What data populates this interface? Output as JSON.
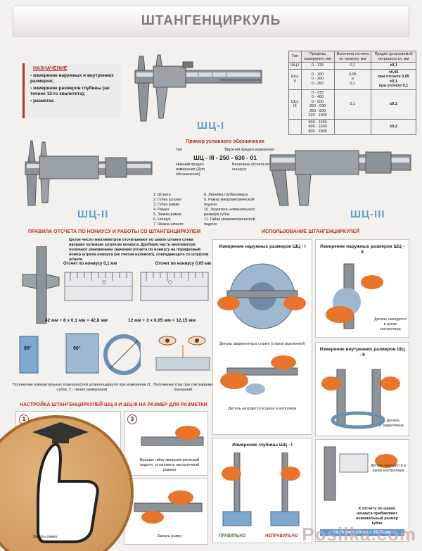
{
  "title": "ШТАНГЕНЦИРКУЛЬ",
  "purpose": {
    "heading": "НАЗНАЧЕНИЕ",
    "items": [
      "измерение наружных и внутренних размеров;",
      "измерение размеров глубины (не точнее 12-го квалитета);",
      "разметка"
    ]
  },
  "spec_table": {
    "headers": [
      "Тип",
      "Пределы измерения, мм",
      "Величина отсчета по нониусу, мм",
      "Предел допускаемой погрешности, мм"
    ],
    "rows": [
      {
        "type": "ШЦ-I",
        "range": "0 - 125",
        "step": "0,1",
        "error": "±0,1"
      },
      {
        "type": "ШЦ-II",
        "range": "0 - 160\n0 - 200\n0 - 250",
        "step": "0,05\nи\n0,1",
        "error": "±0,05\nпри отсчете 0,05\n±0,1\nпри отсчете 0,1"
      },
      {
        "type": "ШЦ-III",
        "range": "0 - 315\n0 - 400\n0 - 500\n250 - 630\n250 - 800\n320 - 1000",
        "step": "0,1",
        "error": "±0,1"
      },
      {
        "type": "",
        "range": "500 - 1250\n500 - 1600\n800 - 2000",
        "step": "",
        "error": "±0,2"
      }
    ]
  },
  "models": {
    "one": "ШЦ-I",
    "two": "ШЦ-II",
    "three": "ШЦ-III"
  },
  "designation": {
    "heading": "Пример условного обозначения",
    "type_label": "Тип",
    "upper_label": "Верхний предел измерения",
    "code": "ШЦ - III - 250 - 630 - 01",
    "lower_label": "Нижний предел измерения (Для обозначения)",
    "step_label": "Величина отсчета по нониусу"
  },
  "parts_legend": {
    "left": [
      "1. Штанга",
      "2. Губка штанги",
      "3. Губка рамки",
      "4. Рамка",
      "5. Зажим рамки",
      "6. Нониус",
      "7. Шкала штанги"
    ],
    "right": [
      "8. Линейка глубиномера",
      "9. Рамка микрометрической подачи",
      "10. Указатель номинального размера губок",
      "11. Гайка микрометрической подачи"
    ]
  },
  "reading": {
    "heading": "ПРАВИЛА ОТСЧЕТА ПО НОНИУСУ И РАБОТЫ СО ШТАНГЕНЦИРКУЛЕМ",
    "text": "Целое число миллиметров отсчитывают по шкале штанги слева направо нулевым штрихом нониуса. Дробную часть миллиметра получают умножением значения отсчета по нониусу на порядковый номер штриха нониуса (не считая нулевого), совпадающего со штрихом штанги",
    "label1": "Отсчет по нониусу 0,1 мм",
    "label2": "Отсчет по нониусу 0,05 мм",
    "formula1": "42 мм + 8 х 0,1 мм = 42,8 мм",
    "formula2": "12 мм + 3 х 0,05 мм = 12,15 мм",
    "caption1": "Положение измерительных поверхностей штангенциркуля при измерении (1 -губок; 2 - линия измерения)",
    "caption2": "Положение глаз при считывании показаний",
    "angle": "90°"
  },
  "usage": {
    "heading": "ИСПОЛЬЗОВАНИЕ ШТАНГЕНЦИРКУЛЕЙ",
    "box1": "Измерение наружных размеров ШЦ - I",
    "box2": "Измерение наружных размеров ШЦ - II",
    "box3": "Измерение внутренних размеров ШЦ - II",
    "box4": "Измерение глубины ШЦ - I",
    "cap_lathe": "Деталь закреплена в станке (станок выключен!)",
    "cap_hand": "Деталь находится в руках контролера",
    "cap_hand2": "Деталь находится в руках контролера",
    "cap_fixed": "Деталь закреплена",
    "cap_hand3": "Деталь находится в руках контролера",
    "right": "ПРАВИЛЬНО",
    "wrong": "НЕПРАВИЛЬНО",
    "note": "К отсчету по шкале нониуса прибавляют номинальный размер губок",
    "formula": "19,75 мм + 10 мм = 29,75 мм"
  },
  "setup": {
    "heading": "НАСТРОЙКА ШТАНГЕНЦИРКУЛЕЙ ШЦ-II И ШЦ-III НА РАЗМЕР ДЛЯ РАЗМЕТКИ",
    "step1": "1",
    "step3": "3",
    "cap3": "Вращая гайку микрометрической подачи, установить настроечный размер",
    "cap4": "Зажать рамку",
    "cap1": "Зажать рамку"
  },
  "watermark": "Posilka.com",
  "colors": {
    "accent": "#b5312c",
    "blue": "#5f9bd8",
    "orange": "#e8752b"
  }
}
